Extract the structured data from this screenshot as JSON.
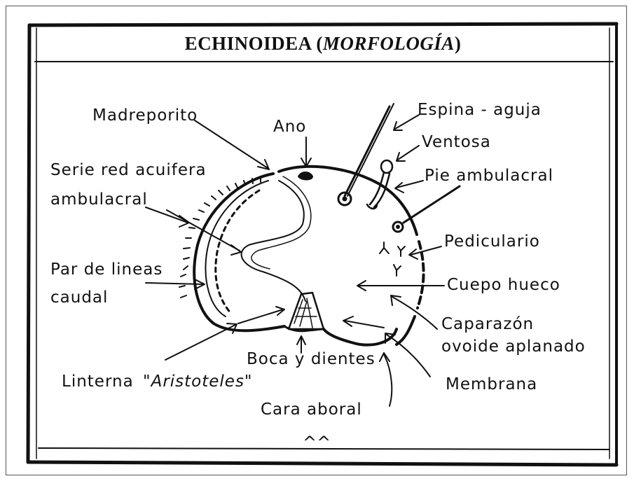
{
  "title": {
    "main": "ECHINOIDEA (",
    "italic": "MORFOLOGÍA",
    "close": ")"
  },
  "labels": {
    "madreporito": "Madreporito",
    "ano": "Ano",
    "espina": "Espina - aguja",
    "ventosa": "Ventosa",
    "pie": "Pie ambulacral",
    "serie_line1": "Serie red acuifera",
    "serie_line2": "ambulacral",
    "pedicelario": "Pediculario",
    "par_line1": "Par de lineas",
    "par_line2": "caudal",
    "cuerpo": "Cuepo hueco",
    "caparazon_line1": "Caparazón",
    "caparazon_line2": "ovoide aplanado",
    "linterna": "Linterna",
    "aristoteles": "\"Aristoteles\"",
    "boca": "Boca y dientes",
    "membrana": "Membrana",
    "cara": "Cara aboral",
    "footer": "^^"
  }
}
